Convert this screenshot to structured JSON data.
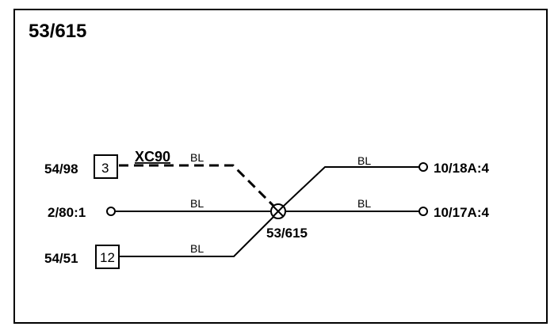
{
  "diagram": {
    "title": "53/615",
    "splice_label": "53/615",
    "wires": {
      "w54_98": {
        "connector": "54/98",
        "pin": "3",
        "variant": "XC90",
        "color": "BL"
      },
      "w2_80": {
        "connector": "2/80:1",
        "color": "BL"
      },
      "w54_51": {
        "connector": "54/51",
        "pin": "12",
        "color": "BL"
      },
      "w10_18A": {
        "connector": "10/18A:4",
        "color": "BL"
      },
      "w10_17A": {
        "connector": "10/17A:4",
        "color": "BL"
      }
    }
  }
}
